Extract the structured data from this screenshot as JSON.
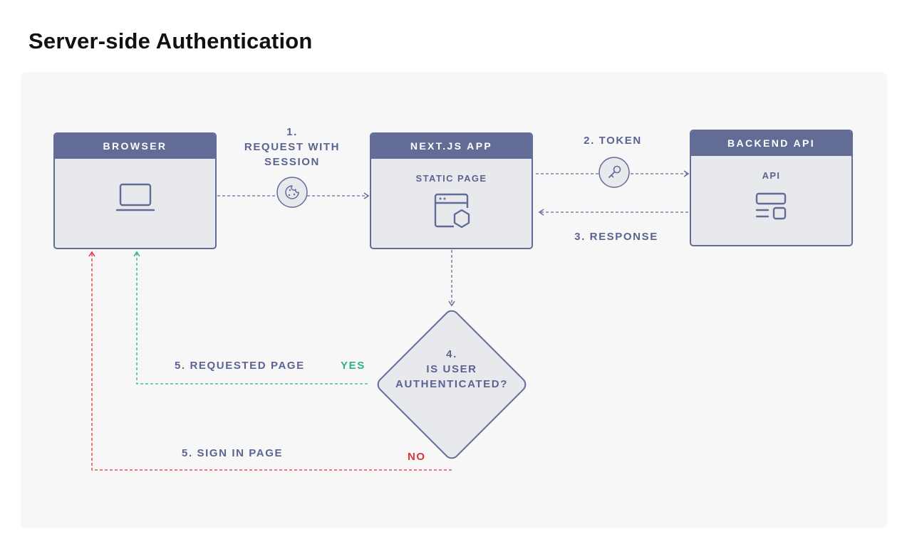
{
  "title": "Server-side Authentication",
  "nodes": {
    "browser": {
      "header": "BROWSER",
      "icon": "laptop-icon"
    },
    "nextjs": {
      "header": "NEXT.JS APP",
      "sub": "STATIC PAGE",
      "icon": "static-page-icon"
    },
    "backend": {
      "header": "BACKEND API",
      "sub": "API",
      "icon": "api-icon"
    },
    "decision": {
      "line1": "4.",
      "line2": "IS USER",
      "line3": "AUTHENTICATED?"
    }
  },
  "edges": {
    "step1_line1": "1.",
    "step1_line2": "REQUEST WITH",
    "step1_line3": "SESSION",
    "step2": "2. TOKEN",
    "step3": "3. RESPONSE",
    "step5_yes": "5. REQUESTED PAGE",
    "step5_no": "5. SIGN IN PAGE",
    "yes": "YES",
    "no": "NO"
  },
  "colors": {
    "accent": "#636c96",
    "node_fill": "#e8e9ed",
    "yes": "#2db37d",
    "no": "#e0313a",
    "panel": "#f7f7f8"
  },
  "icons": {
    "step1": "cookie-icon",
    "step2": "key-icon"
  }
}
